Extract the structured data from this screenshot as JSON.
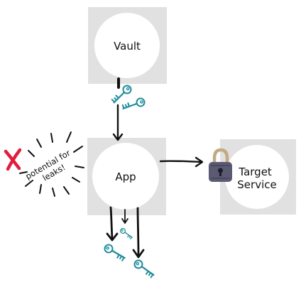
{
  "nodes": {
    "vault": {
      "label": "Vault"
    },
    "app": {
      "label": "App"
    },
    "target": {
      "label_line1": "Target",
      "label_line2": "Service"
    }
  },
  "warning": {
    "line1": "potential for",
    "line2": "leaks!"
  },
  "icons": {
    "key": "key-icon",
    "lock": "padlock-icon",
    "cross": "red-x-icon",
    "burst": "burst-lines-icon"
  },
  "colors": {
    "box_fill": "#e1e1e1",
    "circle_fill": "#ffffff",
    "key": "#1f8d9b",
    "lock_body": "#5b5a73",
    "lock_shackle": "#c2ab84",
    "cross": "#e01e3c",
    "arrow": "#111111"
  }
}
